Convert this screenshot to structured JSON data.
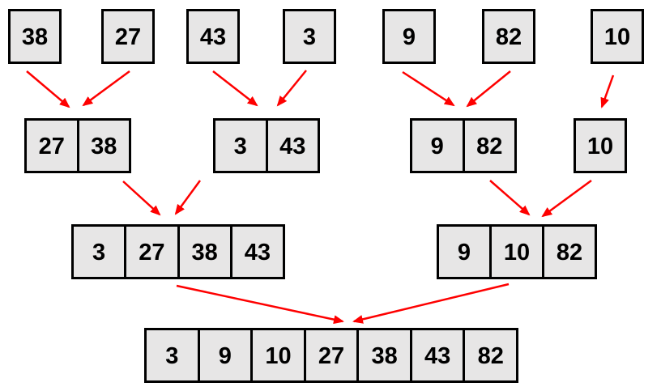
{
  "colors": {
    "background": "#ffffff",
    "box_fill": "#e7e6e6",
    "box_border": "#000000",
    "text": "#000000",
    "arrow": "#fe0000"
  },
  "levels": [
    {
      "nodes": [
        {
          "values": [
            "38"
          ]
        },
        {
          "values": [
            "27"
          ]
        },
        {
          "values": [
            "43"
          ]
        },
        {
          "values": [
            "3"
          ]
        },
        {
          "values": [
            "9"
          ]
        },
        {
          "values": [
            "82"
          ]
        },
        {
          "values": [
            "10"
          ]
        }
      ]
    },
    {
      "nodes": [
        {
          "values": [
            "27",
            "38"
          ]
        },
        {
          "values": [
            "3",
            "43"
          ]
        },
        {
          "values": [
            "9",
            "82"
          ]
        },
        {
          "values": [
            "10"
          ]
        }
      ]
    },
    {
      "nodes": [
        {
          "values": [
            "3",
            "27",
            "38",
            "43"
          ]
        },
        {
          "values": [
            "9",
            "10",
            "82"
          ]
        }
      ]
    },
    {
      "nodes": [
        {
          "values": [
            "3",
            "9",
            "10",
            "27",
            "38",
            "43",
            "82"
          ]
        }
      ]
    }
  ]
}
